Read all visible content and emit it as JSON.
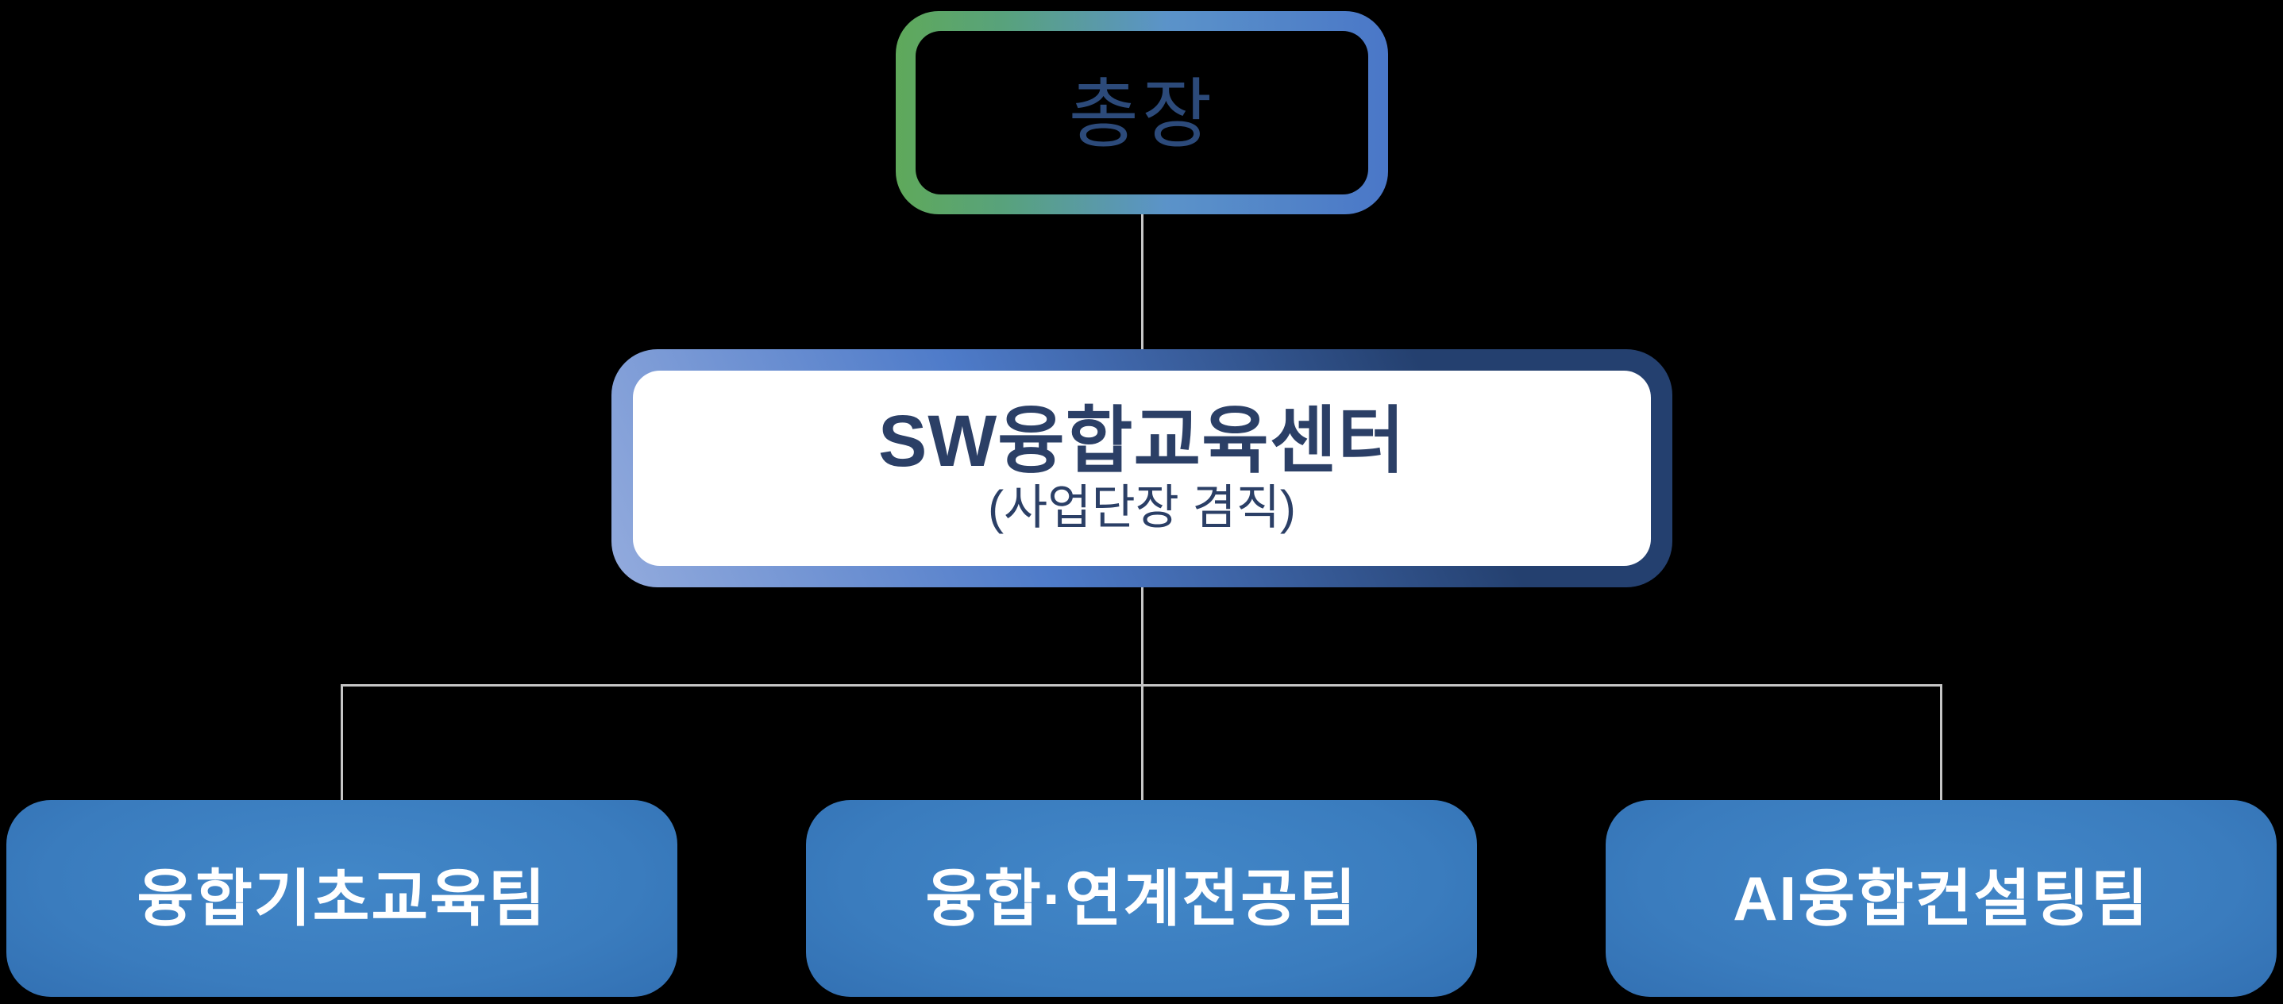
{
  "org_chart": {
    "root": {
      "label": "총장"
    },
    "center": {
      "title": "SW융합교육센터",
      "subtitle": "(사업단장 겸직)"
    },
    "teams": [
      {
        "label": "융합기초교육팀"
      },
      {
        "label": "융합·연계전공팀"
      },
      {
        "label": "AI융합컨설팅팀"
      }
    ],
    "colors": {
      "background": "#000000",
      "root_border_gradient": [
        "#5fa95a",
        "#4a77c8"
      ],
      "center_border_gradient": [
        "#93abdd",
        "#4e7bc9",
        "#24406f"
      ],
      "center_fill": "#ffffff",
      "team_fill_gradient": [
        "#4287c8",
        "#275c9c"
      ],
      "navy_text": "#2b3f66",
      "root_text": "#2c4a7a",
      "team_text": "#ffffff",
      "connector": "#c6c6c6"
    }
  }
}
